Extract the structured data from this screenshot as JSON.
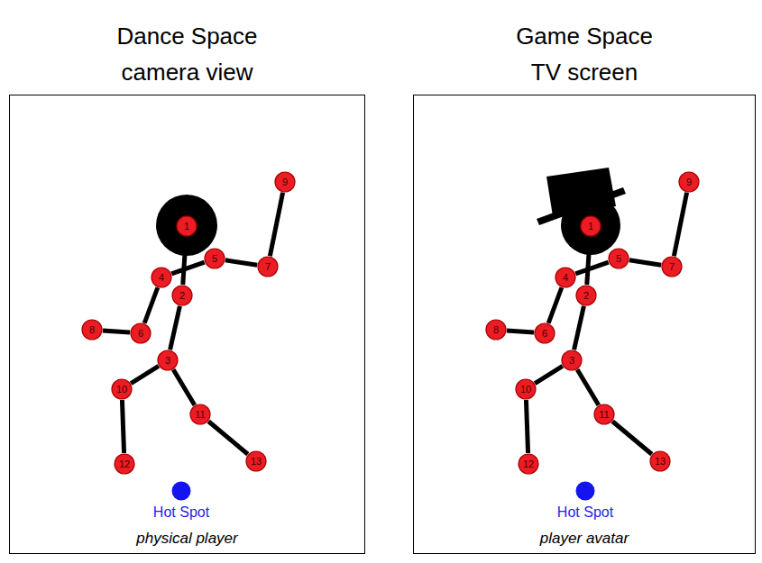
{
  "diagram": {
    "nodes": [
      {
        "text": [
          "Dance Space camera view",
          "physical player"
        ]
      },
      {
        "text": [
          "1"
        ],
        "in": 0
      },
      {
        "text": [
          "2"
        ],
        "in": 0
      },
      {
        "text": [
          "3"
        ],
        "in": 0
      },
      {
        "text": [
          "4"
        ],
        "in": 0
      },
      {
        "text": [
          "5"
        ],
        "in": 0
      },
      {
        "text": [
          "6"
        ],
        "in": 0
      },
      {
        "text": [
          "7"
        ],
        "in": 0
      },
      {
        "text": [
          "8"
        ],
        "in": 0
      },
      {
        "text": [
          "9"
        ],
        "in": 0
      },
      {
        "text": [
          "10"
        ],
        "in": 0
      },
      {
        "text": [
          "11"
        ],
        "in": 0
      },
      {
        "text": [
          "12"
        ],
        "in": 0
      },
      {
        "text": [
          "13"
        ],
        "in": 0
      },
      {
        "text": [
          "Hot Spot"
        ],
        "in": 0
      },
      {
        "text": [
          "Game Space TV screen",
          "player avatar"
        ]
      },
      {
        "text": [
          "1"
        ],
        "in": 15
      },
      {
        "text": [
          "2"
        ],
        "in": 15
      },
      {
        "text": [
          "3"
        ],
        "in": 15
      },
      {
        "text": [
          "4"
        ],
        "in": 15
      },
      {
        "text": [
          "5"
        ],
        "in": 15
      },
      {
        "text": [
          "6"
        ],
        "in": 15
      },
      {
        "text": [
          "7"
        ],
        "in": 15
      },
      {
        "text": [
          "8"
        ],
        "in": 15
      },
      {
        "text": [
          "9"
        ],
        "in": 15
      },
      {
        "text": [
          "10"
        ],
        "in": 15
      },
      {
        "text": [
          "11"
        ],
        "in": 15
      },
      {
        "text": [
          "12"
        ],
        "in": 15
      },
      {
        "text": [
          "13"
        ],
        "in": 15
      },
      {
        "text": [
          "Hot Spot"
        ],
        "in": 15
      }
    ],
    "edges": [
      {
        "from": 1,
        "to": 2,
        "arrow": "none"
      },
      {
        "from": 4,
        "to": 5,
        "arrow": "none"
      },
      {
        "from": 4,
        "to": 6,
        "arrow": "none"
      },
      {
        "from": 6,
        "to": 8,
        "arrow": "none"
      },
      {
        "from": 5,
        "to": 7,
        "arrow": "none"
      },
      {
        "from": 7,
        "to": 9,
        "arrow": "none"
      },
      {
        "from": 2,
        "to": 3,
        "arrow": "none"
      },
      {
        "from": 3,
        "to": 10,
        "arrow": "none"
      },
      {
        "from": 10,
        "to": 12,
        "arrow": "none"
      },
      {
        "from": 3,
        "to": 11,
        "arrow": "none"
      },
      {
        "from": 11,
        "to": 13,
        "arrow": "none"
      },
      {
        "from": 16,
        "to": 17,
        "arrow": "none"
      },
      {
        "from": 19,
        "to": 20,
        "arrow": "none"
      },
      {
        "from": 19,
        "to": 21,
        "arrow": "none"
      },
      {
        "from": 21,
        "to": 23,
        "arrow": "none"
      },
      {
        "from": 20,
        "to": 22,
        "arrow": "none"
      },
      {
        "from": 22,
        "to": 24,
        "arrow": "none"
      },
      {
        "from": 17,
        "to": 18,
        "arrow": "none"
      },
      {
        "from": 18,
        "to": 25,
        "arrow": "none"
      },
      {
        "from": 25,
        "to": 27,
        "arrow": "none"
      },
      {
        "from": 18,
        "to": 26,
        "arrow": "none"
      },
      {
        "from": 26,
        "to": 28,
        "arrow": "none"
      }
    ]
  }
}
